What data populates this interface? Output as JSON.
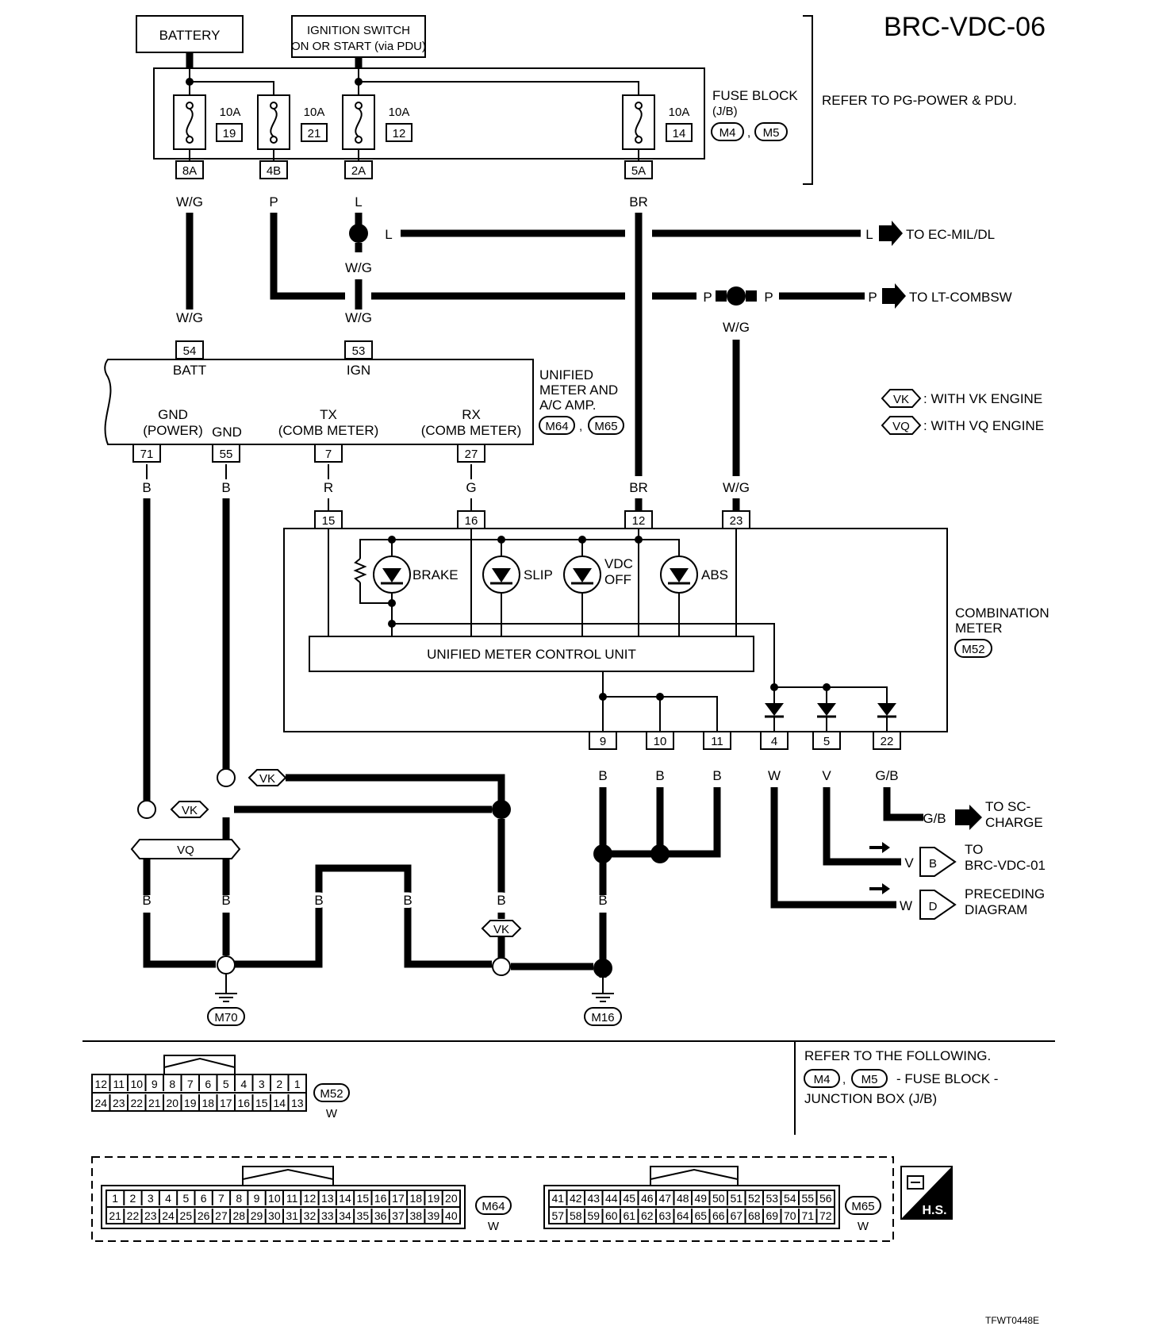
{
  "diagram_id": "BRC-VDC-06",
  "figure_code": "TFWT0448E",
  "battery_label": "BATTERY",
  "ignition_label": [
    "IGNITION SWITCH",
    "ON OR START (via PDU)"
  ],
  "fuse_block": {
    "title": "FUSE BLOCK",
    "subtitle": "(J/B)",
    "connectors": [
      "M4",
      "M5"
    ],
    "refer": "REFER TO PG-POWER & PDU.",
    "fuses": [
      {
        "amp": "10A",
        "num": "19",
        "terminal": "8A",
        "wire": "W/G"
      },
      {
        "amp": "10A",
        "num": "21",
        "terminal": "4B",
        "wire": "P"
      },
      {
        "amp": "10A",
        "num": "12",
        "terminal": "2A",
        "wire": "L"
      },
      {
        "amp": "10A",
        "num": "14",
        "terminal": "5A",
        "wire": "BR"
      }
    ]
  },
  "wires": {
    "L": "L",
    "P": "P",
    "WG": "W/G",
    "BR": "BR",
    "R": "R",
    "G": "G",
    "B": "B",
    "W": "W",
    "V": "V",
    "GB": "G/B"
  },
  "destinations": {
    "ec": "TO EC-MIL/DL",
    "lt": "TO LT-COMBSW",
    "sc": [
      "TO SC-",
      "CHARGE"
    ],
    "brc": [
      "TO",
      "BRC-VDC-01"
    ],
    "preceding": [
      "PRECEDING",
      "DIAGRAM"
    ],
    "arrow_b": "B",
    "arrow_d": "D"
  },
  "unified_meter": {
    "title": [
      "UNIFIED",
      "METER AND",
      "A/C AMP."
    ],
    "connectors": [
      "M64",
      "M65"
    ],
    "pins": [
      {
        "num": "54",
        "label": "BATT"
      },
      {
        "num": "53",
        "label": "IGN"
      },
      {
        "num": "71",
        "label": [
          "GND",
          "(POWER)"
        ]
      },
      {
        "num": "55",
        "label": "GND"
      },
      {
        "num": "7",
        "label": [
          "TX",
          "(COMB METER)"
        ]
      },
      {
        "num": "27",
        "label": [
          "RX",
          "(COMB METER)"
        ]
      }
    ]
  },
  "legend": {
    "vk": "VK",
    "vk_text": ": WITH VK ENGINE",
    "vq": "VQ",
    "vq_text": ": WITH VQ ENGINE"
  },
  "combination_meter": {
    "title": [
      "COMBINATION",
      "METER"
    ],
    "connector": "M52",
    "control_unit": "UNIFIED METER CONTROL UNIT",
    "lamps": [
      "BRAKE",
      "SLIP",
      "VDC",
      "OFF",
      "ABS"
    ],
    "top_pins": [
      "15",
      "16",
      "12",
      "23"
    ],
    "bottom_pins": [
      "9",
      "10",
      "11",
      "4",
      "5",
      "22"
    ]
  },
  "grounds": [
    "M70",
    "M16"
  ],
  "refer_following": {
    "line1": "REFER TO THE FOLLOWING.",
    "connectors": [
      "M4",
      "M5"
    ],
    "line2": "- FUSE BLOCK -",
    "line3": "JUNCTION BOX (J/B)"
  },
  "connector_views": {
    "m52": {
      "name": "M52",
      "color": "W",
      "top": [
        "12",
        "11",
        "10",
        "9",
        "8",
        "7",
        "6",
        "5",
        "4",
        "3",
        "2",
        "1"
      ],
      "bottom": [
        "24",
        "23",
        "22",
        "21",
        "20",
        "19",
        "18",
        "17",
        "16",
        "15",
        "14",
        "13"
      ]
    },
    "m64": {
      "name": "M64",
      "color": "W",
      "top": [
        "1",
        "2",
        "3",
        "4",
        "5",
        "6",
        "7",
        "8",
        "9",
        "10",
        "11",
        "12",
        "13",
        "14",
        "15",
        "16",
        "17",
        "18",
        "19",
        "20"
      ],
      "bottom": [
        "21",
        "22",
        "23",
        "24",
        "25",
        "26",
        "27",
        "28",
        "29",
        "30",
        "31",
        "32",
        "33",
        "34",
        "35",
        "36",
        "37",
        "38",
        "39",
        "40"
      ]
    },
    "m65": {
      "name": "M65",
      "color": "W",
      "top": [
        "41",
        "42",
        "43",
        "44",
        "45",
        "46",
        "47",
        "48",
        "49",
        "50",
        "51",
        "52",
        "53",
        "54",
        "55",
        "56"
      ],
      "bottom": [
        "57",
        "58",
        "59",
        "60",
        "61",
        "62",
        "63",
        "64",
        "65",
        "66",
        "67",
        "68",
        "69",
        "70",
        "71",
        "72"
      ]
    }
  },
  "hs_label": "H.S."
}
